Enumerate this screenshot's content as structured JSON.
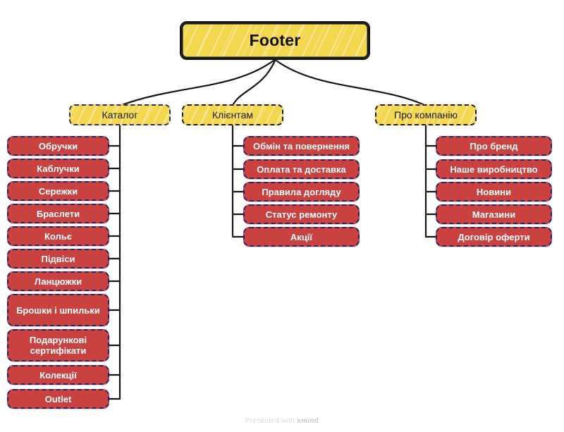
{
  "diagram": {
    "type": "mindmap",
    "root": {
      "label": "Footer"
    },
    "watermark": {
      "prefix": "Presented with ",
      "brand": "xmind"
    },
    "colors": {
      "root_fill": "#f3d74e",
      "branch_fill": "#f3d74e",
      "leaf_fill": "#ca4240",
      "leaf_border": "#22246e",
      "leaf_text": "#ffffff",
      "connector": "#151515",
      "background": "#ffffff"
    },
    "branches": [
      {
        "label": "Каталог",
        "border_style": "navy-dashed",
        "children": [
          {
            "label": "Обручки"
          },
          {
            "label": "Каблучки"
          },
          {
            "label": "Сережки"
          },
          {
            "label": "Браслети"
          },
          {
            "label": "Кольє"
          },
          {
            "label": "Підвіси"
          },
          {
            "label": "Ланцюжки"
          },
          {
            "label": "Брошки і шпильки"
          },
          {
            "label": "Подарункові сертифікати"
          },
          {
            "label": "Колекції"
          },
          {
            "label": "Outlet"
          }
        ]
      },
      {
        "label": "Клієнтам",
        "border_style": "dark-dashed",
        "children": [
          {
            "label": "Обмін та повернення"
          },
          {
            "label": "Оплата та доставка"
          },
          {
            "label": "Правила догляду"
          },
          {
            "label": "Статус ремонту"
          },
          {
            "label": "Акції"
          }
        ]
      },
      {
        "label": "Про компанію",
        "border_style": "dark-dashed",
        "children": [
          {
            "label": "Про бренд"
          },
          {
            "label": "Наше виробництво"
          },
          {
            "label": "Новини"
          },
          {
            "label": "Магазини"
          },
          {
            "label": "Договір оферти"
          }
        ]
      }
    ]
  }
}
